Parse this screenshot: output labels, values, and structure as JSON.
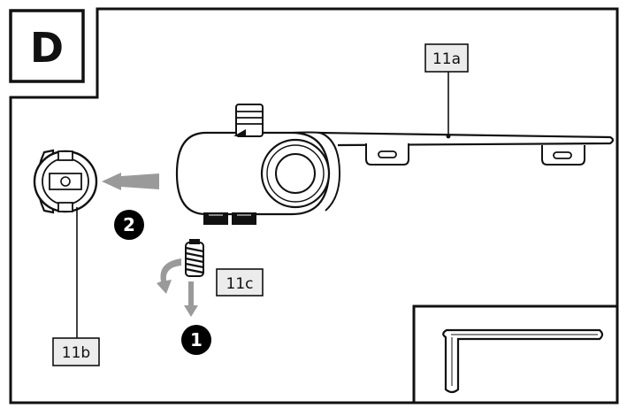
{
  "panel": {
    "letter": "D"
  },
  "labels": {
    "part_a": "11a",
    "part_b": "11b",
    "part_c": "11c"
  },
  "steps": {
    "step_1": "1",
    "step_2": "2"
  },
  "colors": {
    "line": "#111111",
    "label_fill": "#ececec",
    "arrow_grey": "#9a9a9a",
    "step_fill": "#000000"
  },
  "icons": {
    "bracket": "mounting-bracket-icon",
    "cap": "end-cap-icon",
    "spring": "spring-screw-icon",
    "hex_key": "hex-key-icon"
  }
}
